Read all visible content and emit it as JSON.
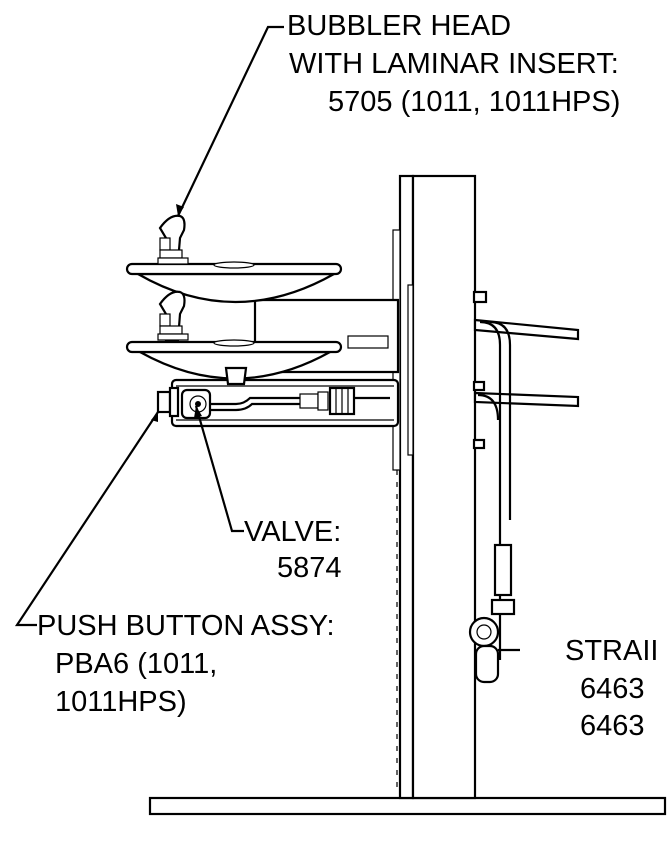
{
  "callouts": {
    "bubbler_head": {
      "line1": "BUBBLER HEAD",
      "line2": "WITH LAMINAR INSERT:",
      "line3": "5705 (1011, 1011HPS)"
    },
    "valve": {
      "line1": "VALVE:",
      "line2": "5874"
    },
    "push_button": {
      "line1": "PUSH BUTTON ASSY:",
      "line2": "PBA6 (1011,",
      "line3": "1011HPS)"
    },
    "strainer": {
      "line1": "STRAII",
      "line2": "6463",
      "line3": "6463"
    }
  }
}
